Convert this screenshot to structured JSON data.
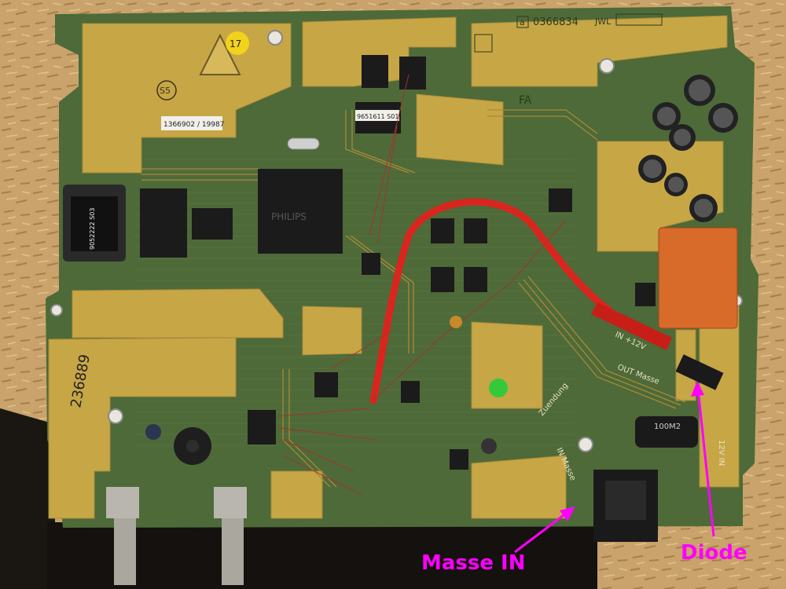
{
  "board": {
    "part_number": "0366834",
    "revision_box": "a",
    "logo_text": "JWL",
    "serial_label": "1366902 / 19987",
    "esd_sticker": "17",
    "date_code": "S5",
    "chip_label_1": "9651611 S01",
    "chip_label_2": "9052222 S03",
    "handwritten_number": "236889",
    "fa_marking": "FA",
    "silkscreen_in12v": "IN +12V",
    "silkscreen_out_masse": "OUT Masse",
    "silkscreen_zuendung": "Zuendung",
    "silkscreen_in_masse": "IN Masse",
    "silkscreen_12v_in": "12V IN",
    "inductor_label": "100M2",
    "cpu_label": "PHILIPS"
  },
  "annotations": {
    "masse_in": "Masse IN",
    "diode": "Diode",
    "color": "#ff00ff"
  },
  "colors": {
    "pcb_green": "#4f6b3a",
    "copper_gold": "#c9a94a",
    "wood": "#c9a36b",
    "wire_red": "#d8261e",
    "relay_orange": "#d86a2a"
  }
}
